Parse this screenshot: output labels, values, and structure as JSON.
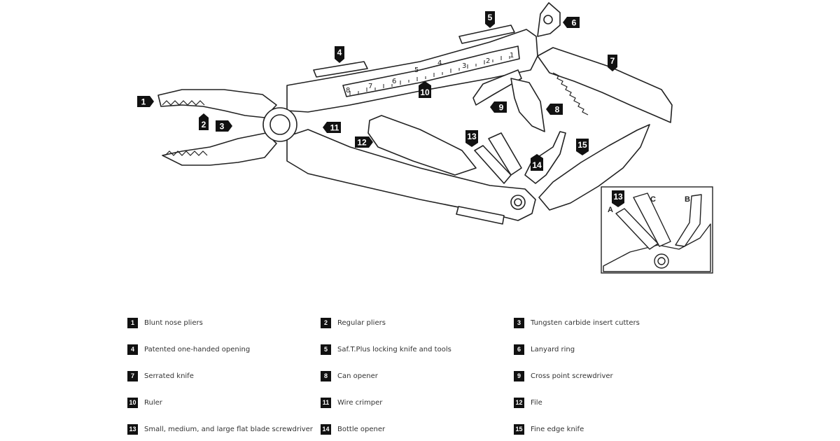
{
  "diagram": {
    "callouts": [
      "1",
      "2",
      "3",
      "4",
      "5",
      "6",
      "7",
      "8",
      "9",
      "10",
      "11",
      "12",
      "13",
      "14",
      "15"
    ],
    "ruler_marks": [
      "8",
      "7",
      "6",
      "5",
      "4",
      "3",
      "2",
      "1"
    ],
    "inset": {
      "callout": "13",
      "letters": [
        "A",
        "C",
        "B"
      ]
    }
  },
  "legend": [
    {
      "num": "1",
      "label": "Blunt nose pliers"
    },
    {
      "num": "2",
      "label": "Regular pliers"
    },
    {
      "num": "3",
      "label": "Tungsten carbide insert cutters"
    },
    {
      "num": "4",
      "label": "Patented one-handed opening"
    },
    {
      "num": "5",
      "label": "Saf.T.Plus locking knife and tools"
    },
    {
      "num": "6",
      "label": "Lanyard ring"
    },
    {
      "num": "7",
      "label": "Serrated knife"
    },
    {
      "num": "8",
      "label": "Can opener"
    },
    {
      "num": "9",
      "label": "Cross point screwdriver"
    },
    {
      "num": "10",
      "label": "Ruler"
    },
    {
      "num": "11",
      "label": "Wire crimper"
    },
    {
      "num": "12",
      "label": "File"
    },
    {
      "num": "13",
      "label": "Small, medium, and large flat blade screwdriver"
    },
    {
      "num": "14",
      "label": "Bottle opener"
    },
    {
      "num": "15",
      "label": "Fine edge knife"
    }
  ]
}
